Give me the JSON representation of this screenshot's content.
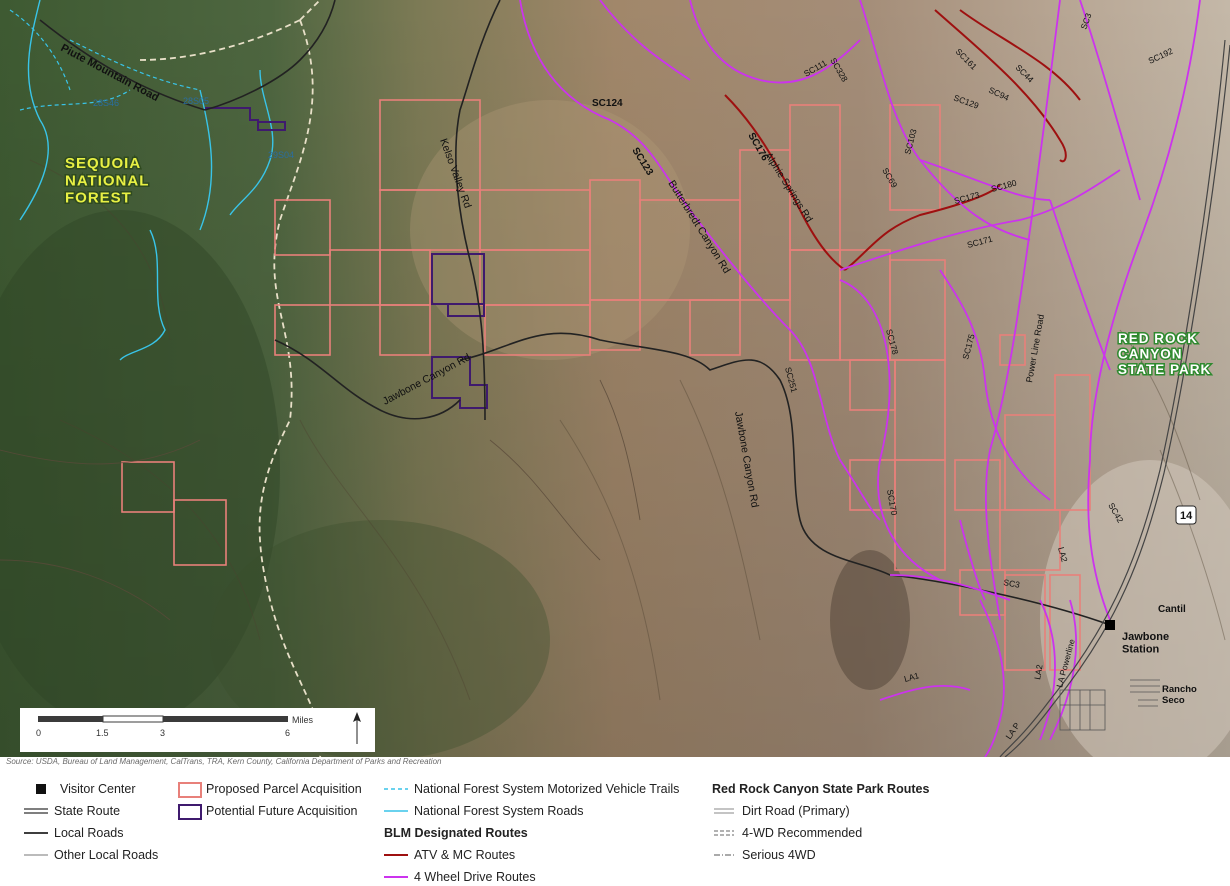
{
  "map": {
    "labels": {
      "sequoia": "SEQUOIA\nNATIONAL\nFOREST",
      "redrock": "RED ROCK\nCANYON\nSTATE PARK",
      "piute_road": "Piute Mountain Road",
      "kelso": "Kelso Valley Rd",
      "jawbone_canyon_rd_w": "Jawbone Canyon Rd",
      "jawbone_canyon_rd_e": "Jawbone Canyon Rd",
      "butterbredt": "Butterbredt Canyon Rd",
      "alphie": "Alphie Springs Rd",
      "powerline_road": "Power Line Road",
      "la_powerline": "LA Powerline",
      "jawbone_station": "Jawbone\nStation",
      "cantil": "Cantil",
      "rancho_seco": "Rancho\nSeco",
      "highway": "14",
      "trail_28s05": "28S05",
      "trail_28s46": "28S46",
      "trail_29s04": "29S04",
      "sc124": "SC124",
      "sc123": "SC123",
      "sc176": "SC176",
      "sc111": "SC111",
      "sc328": "SC328",
      "sc161": "SC161",
      "sc44": "SC44",
      "sc3": "SC3",
      "sc192": "SC192",
      "sc94": "SC94",
      "sc129": "SC129",
      "sc103": "SC103",
      "sc69": "SC69",
      "sc173": "SC173",
      "sc180": "SC180",
      "sc171": "SC171",
      "sc178": "SC178",
      "sc175": "SC175",
      "sc251": "SC251",
      "sc170": "SC170",
      "sc42": "SC42",
      "sc3b": "SC3",
      "la2a": "LA2",
      "la2b": "LA2",
      "la1": "LA1",
      "la3": "LA P"
    },
    "scale": {
      "unit": "Miles",
      "ticks": [
        "0",
        "1.5",
        "3",
        "6"
      ]
    },
    "colors": {
      "parcel": "#e8807a",
      "future": "#3f1a6e",
      "atv": "#9e1010",
      "fourwd": "#cc33ee",
      "nfs": "#39c4e8",
      "local": "#222222"
    }
  },
  "source": "Source: USDA, Bureau of Land Management, CalTrans, TRA, Kern County, California Department of Parks and Recreation",
  "legend": {
    "visitor_center": "Visitor Center",
    "state_route": "State Route",
    "local_roads": "Local Roads",
    "other_local_roads": "Other Local Roads",
    "proposed_parcel": "Proposed Parcel Acquisition",
    "potential_future": "Potential Future Acquisition",
    "nfs_trails": "National Forest System Motorized Vehicle Trails",
    "nfs_roads": "National Forest System Roads",
    "blm_header": "BLM Designated Routes",
    "atv_mc": "ATV & MC Routes",
    "four_wd": "4 Wheel Drive Routes",
    "rrc_header": "Red Rock Canyon State Park Routes",
    "dirt_road": "Dirt Road (Primary)",
    "four_wd_rec": "4-WD Recommended",
    "serious_4wd": "Serious 4WD"
  }
}
